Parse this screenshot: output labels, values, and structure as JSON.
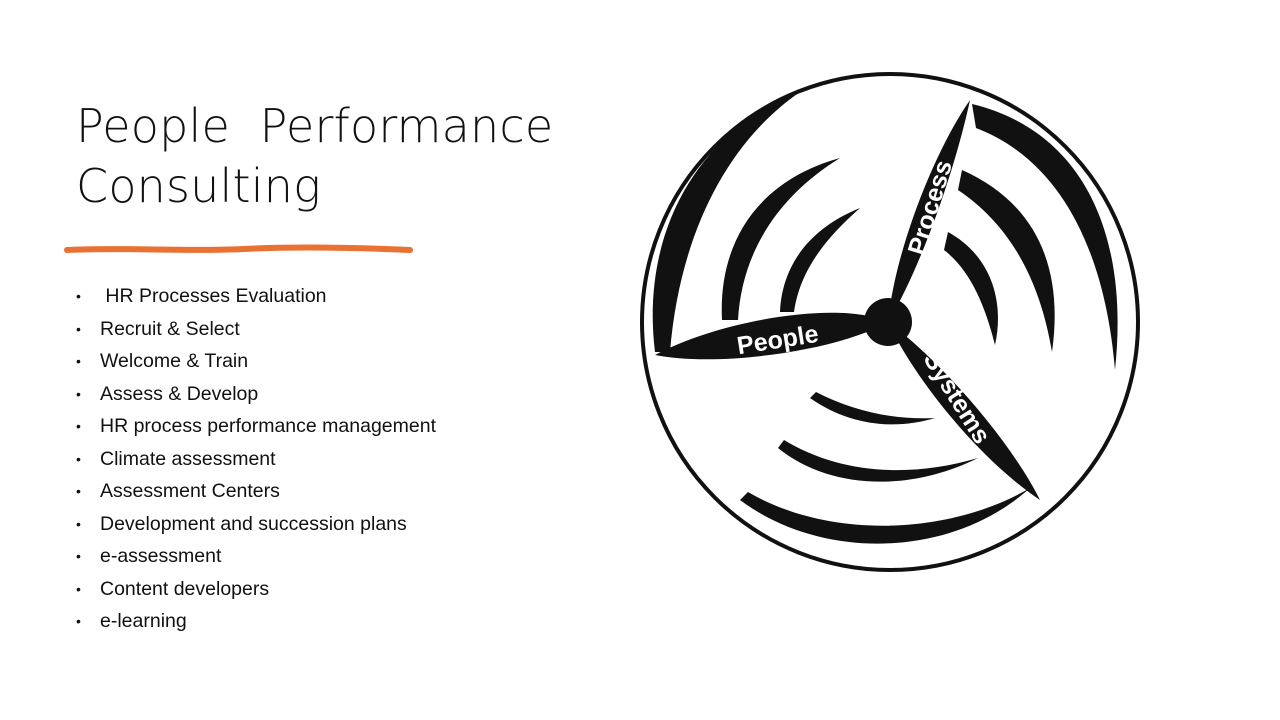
{
  "slide": {
    "title_line1": "People  Performance",
    "title_line2": "Consulting",
    "accent_color": "#E97132",
    "bullet_symbol": "•",
    "bullets": [
      " HR Processes Evaluation",
      "Recruit & Select",
      "Welcome & Train",
      "Assess & Develop",
      "HR process performance management",
      "Climate assessment",
      "Assessment Centers",
      "Development and succession plans",
      "e-assessment",
      "Content developers",
      "e-learning"
    ]
  },
  "diagram": {
    "labels": {
      "people": "People",
      "process": "Process",
      "systems": "Systems"
    }
  }
}
